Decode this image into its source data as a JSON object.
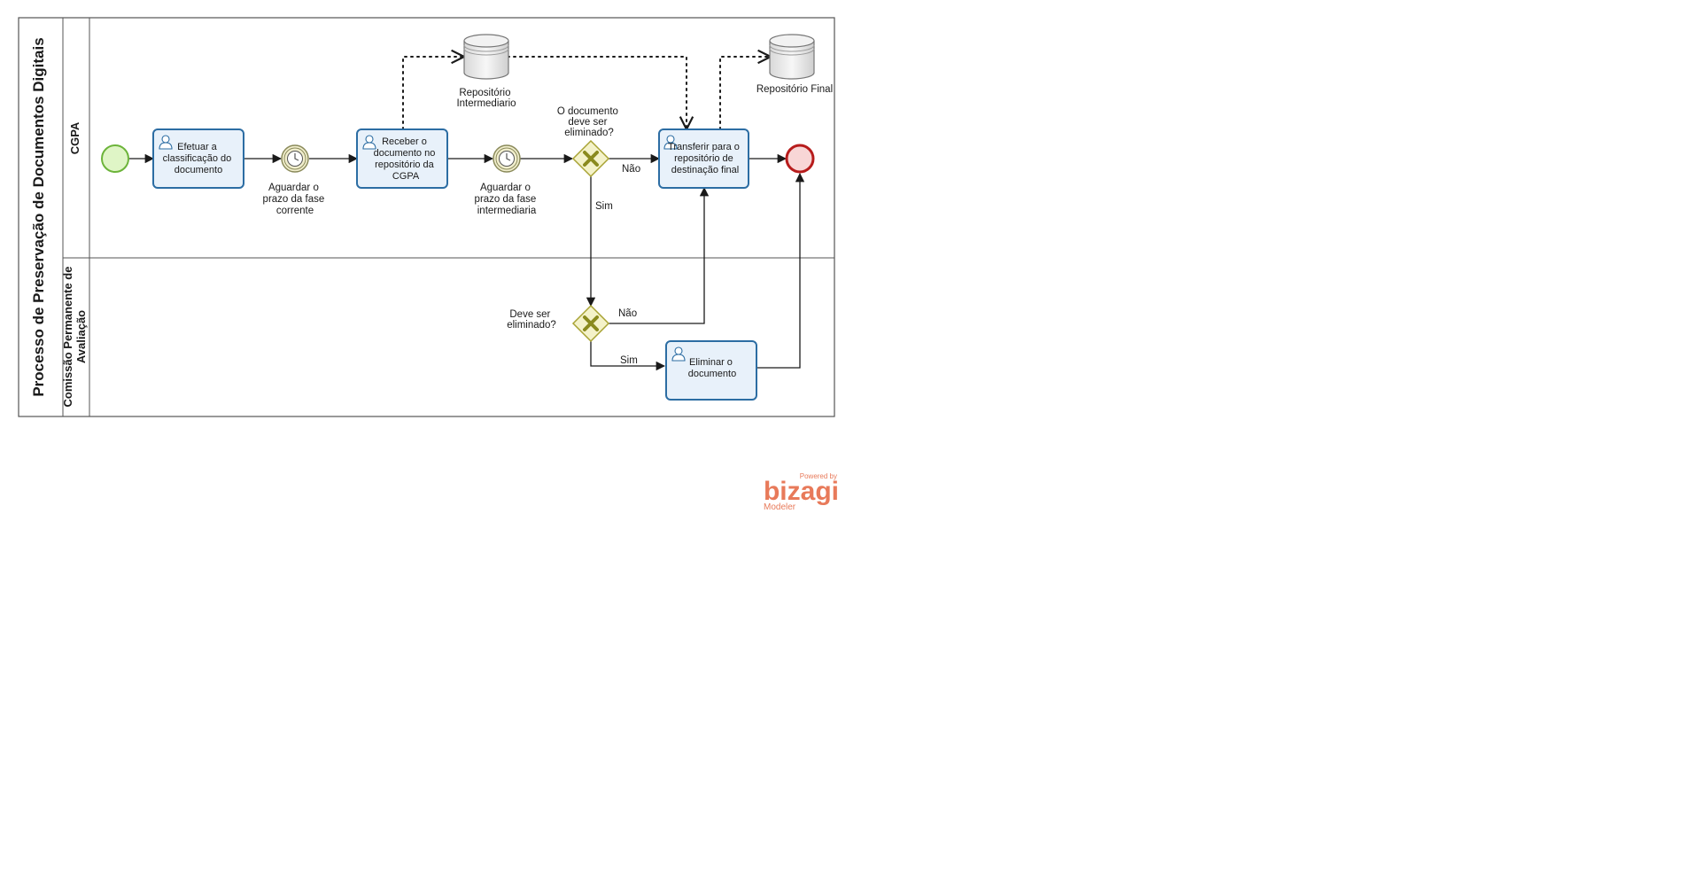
{
  "pool": {
    "title": "Processo de Preservação de Documentos Digitais",
    "lanes": [
      "CGPA",
      "Comissão Permanente de",
      "Avaliação"
    ]
  },
  "tasks": {
    "t1": [
      "Efetuar a",
      "classificação do",
      "documento"
    ],
    "t2": [
      "Receber o",
      "documento no",
      "repositório da",
      "CGPA"
    ],
    "t3": [
      "Transferir para o",
      "repositório de",
      "destinação final"
    ],
    "t4": [
      "Eliminar o",
      "documento"
    ]
  },
  "timers": {
    "tm1": [
      "Aguardar o",
      "prazo da fase",
      "corrente"
    ],
    "tm2": [
      "Aguardar o",
      "prazo da fase",
      "intermediaria"
    ]
  },
  "gateways": {
    "g1": [
      "O documento",
      "deve ser",
      "eliminado?"
    ],
    "g2": [
      "Deve ser",
      "eliminado?"
    ]
  },
  "datastores": {
    "ds1": [
      "Repositório",
      "Intermediario"
    ],
    "ds2": [
      "Repositório Final"
    ]
  },
  "flow_labels": {
    "g1_nao": "Não",
    "g1_sim": "Sim",
    "g2_nao": "Não",
    "g2_sim": "Sim"
  },
  "watermark": {
    "powered": "Powered by",
    "brand": "bizagi",
    "product": "Modeler"
  },
  "colors": {
    "task_fill": "#e8f1fa",
    "task_stroke": "#2c6da3",
    "start_fill": "#dff5c6",
    "start_stroke": "#6cb43a",
    "end_fill": "#f8d6d6",
    "end_stroke": "#b71c1c",
    "gateway_fill": "#f4f2c9",
    "gateway_stroke": "#a8a334",
    "gateway_mark": "#8a8a1e",
    "brand": "#e87a5a"
  }
}
